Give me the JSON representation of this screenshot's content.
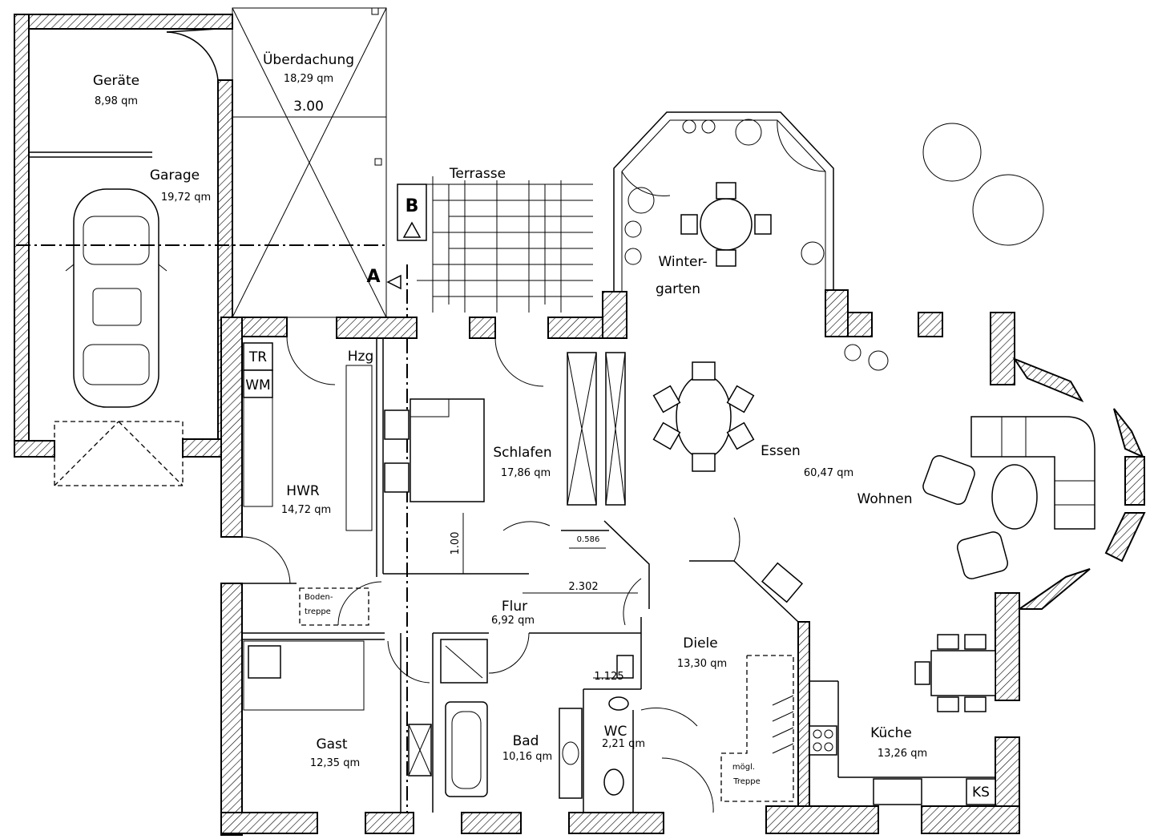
{
  "rooms": {
    "geraete": {
      "name": "Geräte",
      "area": "8,98 qm"
    },
    "garage": {
      "name": "Garage",
      "area": "19,72 qm"
    },
    "ueberdachung": {
      "name": "Überdachung",
      "area": "18,29 qm",
      "dim": "3.00"
    },
    "terrasse": {
      "name": "Terrasse"
    },
    "wintergarten": {
      "name1": "Winter-",
      "name2": "garten"
    },
    "essen": {
      "name": "Essen",
      "area": "60,47 qm"
    },
    "wohnen": {
      "name": "Wohnen"
    },
    "schlafen": {
      "name": "Schlafen",
      "area": "17,86 qm"
    },
    "hwr": {
      "name": "HWR",
      "area": "14,72 qm"
    },
    "flur": {
      "name": "Flur",
      "area": "6,92 qm"
    },
    "diele": {
      "name": "Diele",
      "area": "13,30 qm"
    },
    "kueche": {
      "name": "Küche",
      "area": "13,26 qm"
    },
    "gast": {
      "name": "Gast",
      "area": "12,35 qm"
    },
    "bad": {
      "name": "Bad",
      "area": "10,16 qm"
    },
    "wc": {
      "name": "WC",
      "area": "2,21 qm"
    }
  },
  "labels": {
    "tr": "TR",
    "wm": "WM",
    "hzg": "Hzg",
    "ks": "KS",
    "bodentreppe1": "Boden-",
    "bodentreppe2": "treppe",
    "moegl1": "mögl.",
    "moegl2": "Treppe",
    "section_a": "A",
    "section_b": "B"
  },
  "dimensions": {
    "d1": "1.00",
    "d2": "0.586",
    "d3": "2.302",
    "d4": "1.125"
  }
}
